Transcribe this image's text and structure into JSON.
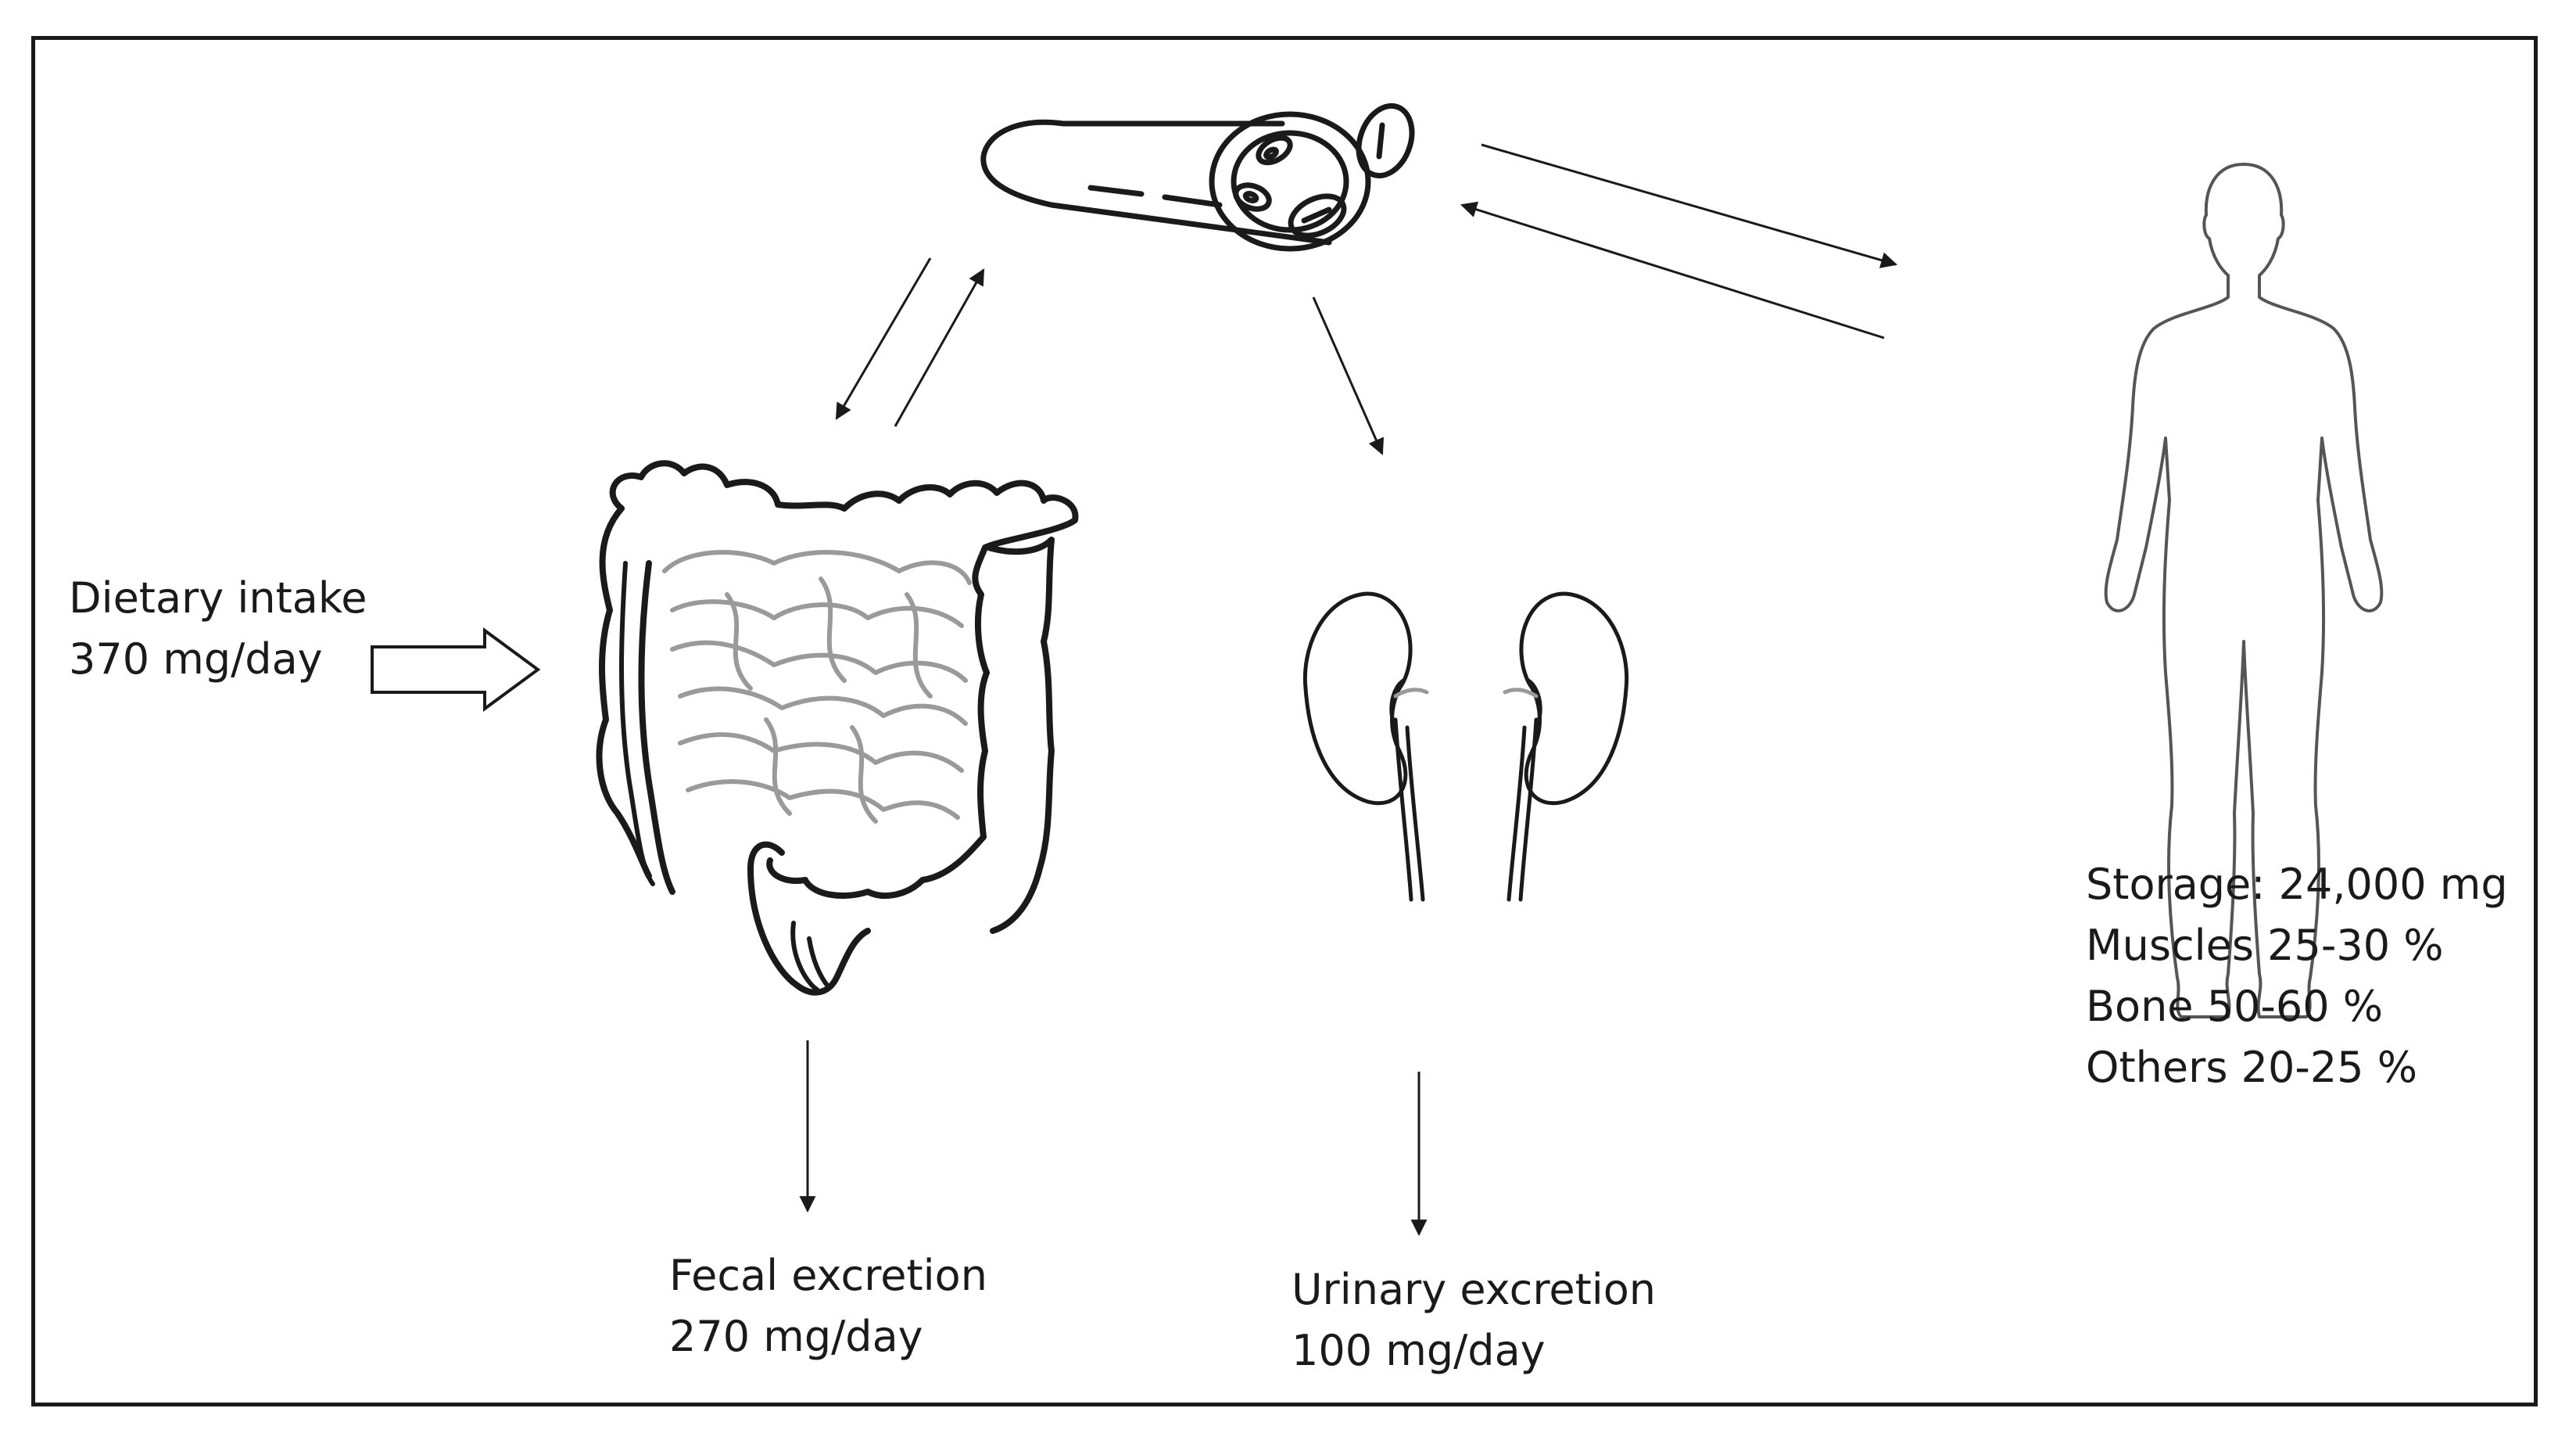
{
  "dietary_intake": {
    "label": "Dietary intake",
    "amount": "370 mg/day"
  },
  "fecal_excretion": {
    "label": "Fecal excretion",
    "amount": "270 mg/day"
  },
  "urinary_excretion": {
    "label": "Urinary excretion",
    "amount": "100 mg/day"
  },
  "storage": {
    "total": "Storage: 24,000 mg",
    "muscles": "Muscles 25-30 %",
    "bone": "Bone 50-60 %",
    "others": "Others 20-25 %"
  },
  "icons": [
    "blood-vessel-icon",
    "intestine-icon",
    "kidneys-icon",
    "human-body-icon"
  ],
  "colors": {
    "line": "#1a1a1a",
    "light_line": "#9a9a9a",
    "background": "#ffffff"
  }
}
